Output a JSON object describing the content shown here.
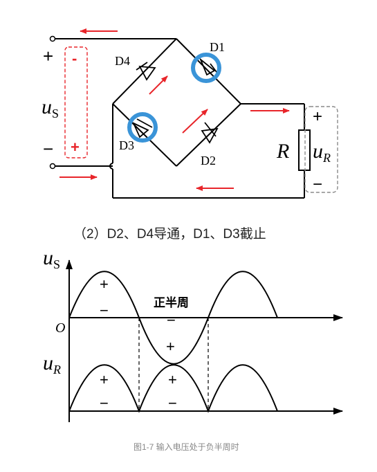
{
  "circuit": {
    "us_main": "u",
    "us_sub": "S",
    "source_plus": "+",
    "source_minus": "−",
    "source_inner_minus": "-",
    "source_inner_plus": "+",
    "d1": "D1",
    "d2": "D2",
    "d3": "D3",
    "d4": "D4",
    "r_label": "R",
    "ur_main": "u",
    "ur_sub": "R",
    "load_plus": "+",
    "load_minus": "−"
  },
  "circuit_caption": "（2）D2、D4导通，D1、D3截止",
  "waveform": {
    "us_main": "u",
    "us_sub": "S",
    "origin": "O",
    "ur_main": "u",
    "ur_sub": "R",
    "positive_half_label": "正半周",
    "plus": "+",
    "minus": "−"
  },
  "figure_caption": "图1-7 输入电压处于负半周时",
  "colors": {
    "arrow": "#e8252a",
    "highlight_circle": "#3a94d8",
    "dashed_box": "#e8252a",
    "load_box": "#8a8a8a",
    "line": "#000000",
    "caption": "#888888"
  }
}
